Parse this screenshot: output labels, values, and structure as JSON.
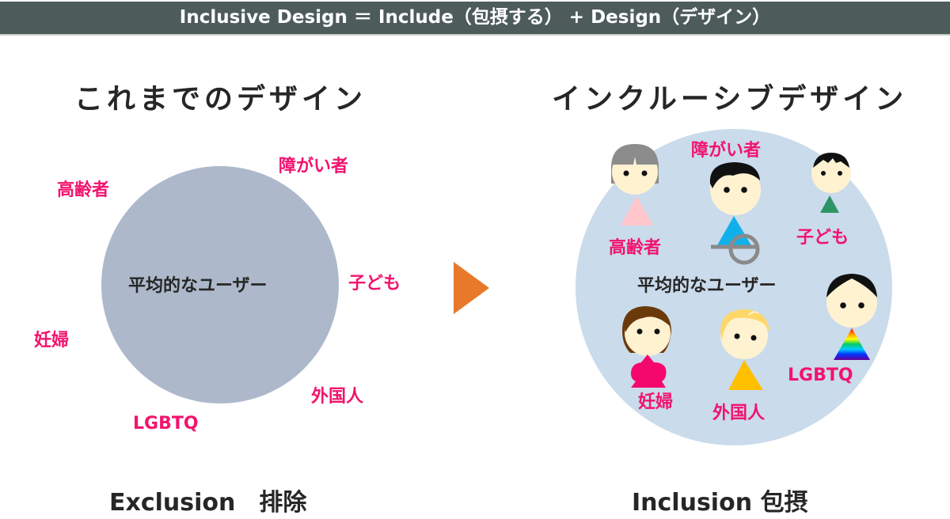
{
  "header": {
    "title": "Inclusive Design ＝ Include（包摂する） + Design（デザイン）"
  },
  "colors": {
    "header_bg": "#4d5c5a",
    "label_pink": "#f2136e",
    "exclusion_circle": "#adb9ca",
    "inclusion_circle": "#cadbeb",
    "arrow": "#e8792a",
    "text_dark": "#262626"
  },
  "left": {
    "title": "これまでのデザイン",
    "center_label": "平均的なユーザー",
    "labels": [
      "障がい者",
      "高齢者",
      "子ども",
      "妊婦",
      "外国人",
      "LGBTQ"
    ],
    "footer": "Exclusion　排除"
  },
  "arrow": {
    "icon": "triangle-right-arrow"
  },
  "right": {
    "title": "インクルーシブデザイン",
    "center_label": "平均的なユーザー",
    "people": [
      {
        "label": "高齢者",
        "icon": "elderly-person-icon"
      },
      {
        "label": "障がい者",
        "icon": "wheelchair-user-icon"
      },
      {
        "label": "子ども",
        "icon": "child-icon"
      },
      {
        "label": "妊婦",
        "icon": "pregnant-woman-icon"
      },
      {
        "label": "外国人",
        "icon": "foreigner-icon"
      },
      {
        "label": "LGBTQ",
        "icon": "lgbtq-person-icon"
      }
    ],
    "footer": "Inclusion 包摂"
  }
}
